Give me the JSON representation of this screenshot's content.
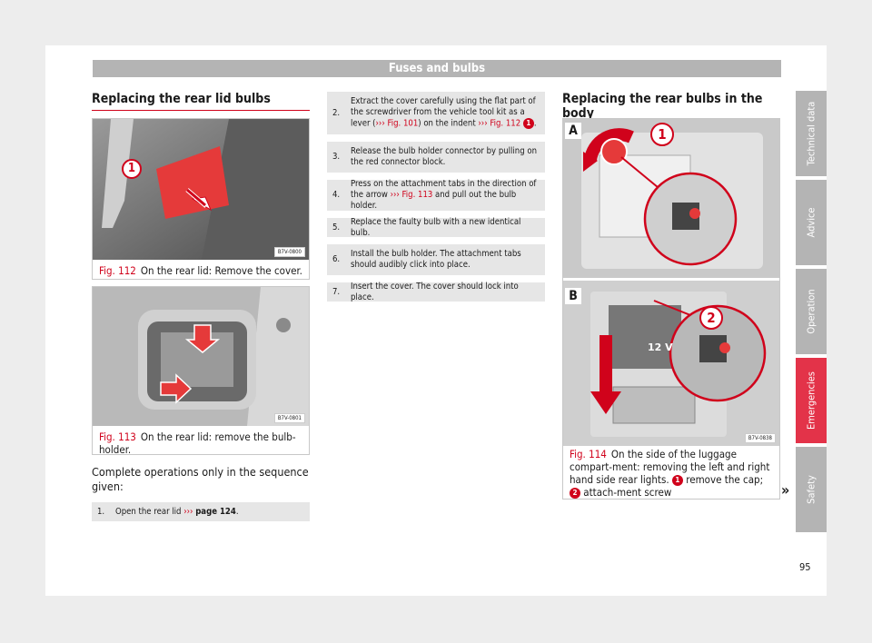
{
  "header": {
    "title": "Fuses and bulbs"
  },
  "left_section": {
    "title": "Replacing the rear lid bulbs",
    "figure112": {
      "label": "Fig. 112",
      "caption": "On the rear lid: Remove the cover.",
      "code": "B7V-0800",
      "marker": "1"
    },
    "figure113": {
      "label": "Fig. 113",
      "caption": "On the rear lid: remove the bulb-holder.",
      "code": "B7V-0801"
    },
    "intro": "Complete operations only in the sequence given:",
    "step1": {
      "num": "1.",
      "text": "Open the rear lid ",
      "arrow": "›››",
      "link": "page 124",
      "end": "."
    }
  },
  "middle_steps": [
    {
      "num": "2.",
      "a": "Extract the cover carefully using the flat part of the screwdriver from the vehicle tool kit as a lever (",
      "arrow1": "›››",
      "link1": "Fig. 101",
      "b": ") on the indent ",
      "arrow2": "›››",
      "link2": "Fig. 112",
      "marker": "1",
      "c": "."
    },
    {
      "num": "3.",
      "text": "Release the bulb holder connector by pulling on the red connector block."
    },
    {
      "num": "4.",
      "a": "Press on the attachment tabs in the direction of the arrow ",
      "arrow": "›››",
      "link": "Fig. 113",
      "b": " and pull out the bulb holder."
    },
    {
      "num": "5.",
      "text": "Replace the faulty bulb with a new identical bulb."
    },
    {
      "num": "6.",
      "text": "Install the bulb holder. The attachment tabs should audibly click into place."
    },
    {
      "num": "7.",
      "text": "Insert the cover. The cover should lock into place."
    }
  ],
  "right_section": {
    "title": "Replacing the rear bulbs in the body",
    "figure114": {
      "label": "Fig. 114",
      "caption_a": "On the side of the luggage compart-ment: removing the left and right hand side rear lights. ",
      "marker1": "1",
      "caption_b": " remove the cap; ",
      "marker2": "2",
      "caption_c": " attach-ment screw",
      "code": "B7V-0838",
      "panel_a": "A",
      "panel_b": "B",
      "label_12v": "12 V"
    }
  },
  "side_tabs": [
    "Technical data",
    "Advice",
    "Operation",
    "Emergencies",
    "Safety"
  ],
  "active_tab": "Emergencies",
  "page_number": "95",
  "continue_mark": "»"
}
